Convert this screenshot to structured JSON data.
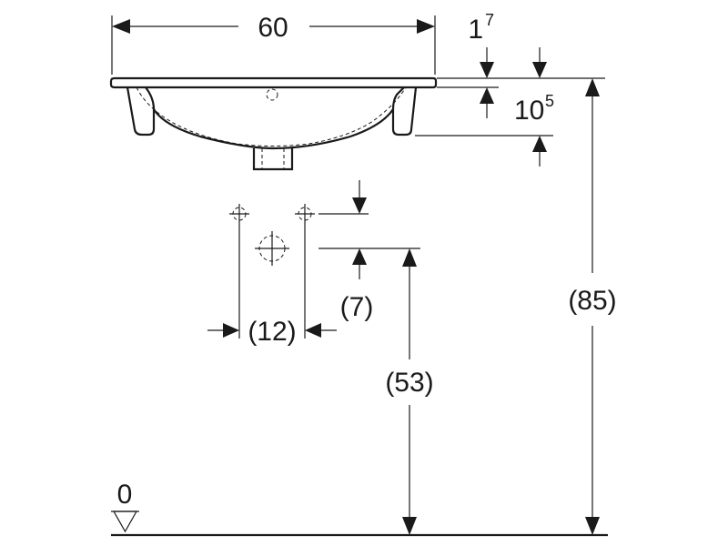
{
  "dimensions": {
    "width": "60",
    "rim_thickness_base": "1",
    "rim_thickness_sup": "7",
    "basin_depth_base": "10",
    "basin_depth_sup": "5",
    "supply_offset": "(7)",
    "supply_spacing": "(12)",
    "supply_height": "(53)",
    "total_height": "(85)",
    "floor_level": "0"
  }
}
